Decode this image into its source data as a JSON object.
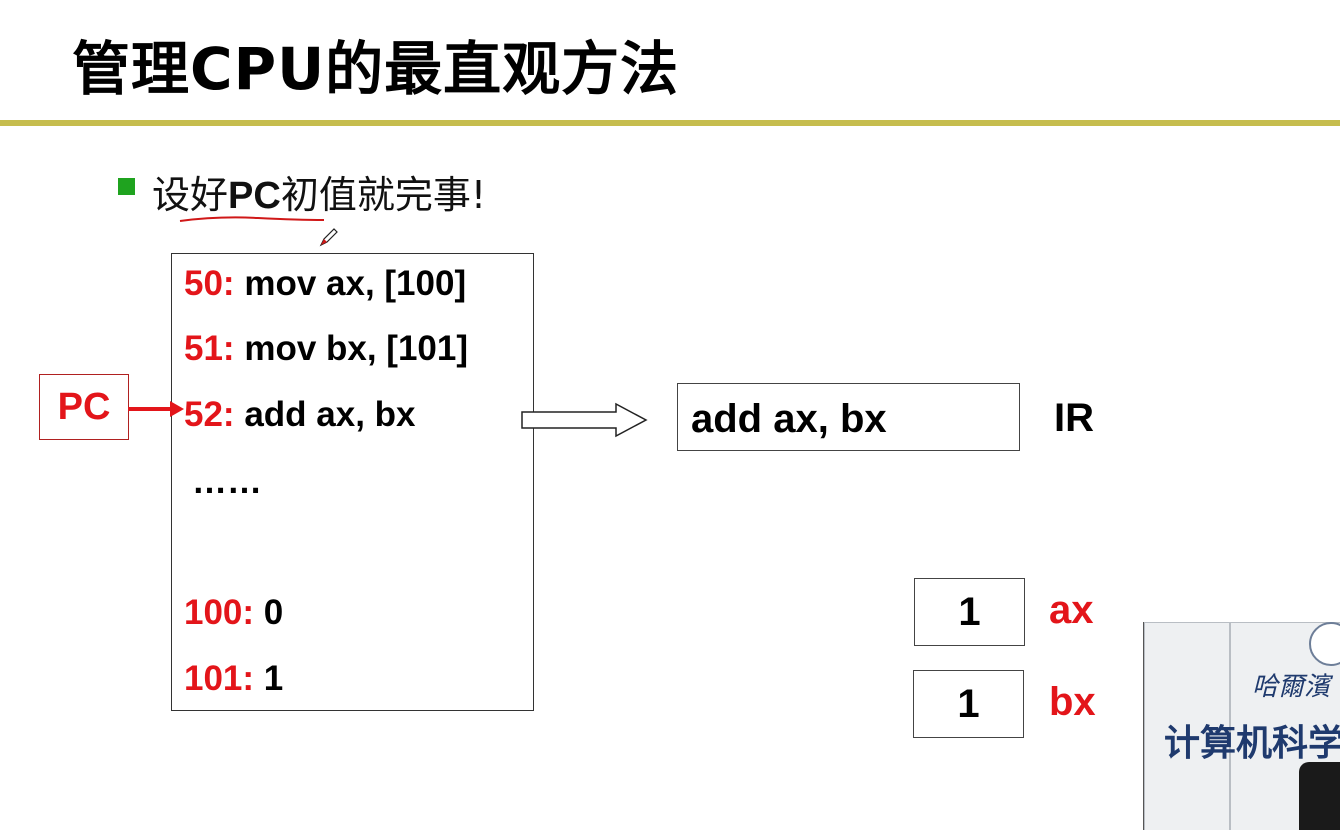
{
  "slide": {
    "title": "管理CPU的最直观方法",
    "bullet": {
      "prefix": "设好",
      "highlight": "PC",
      "suffix": "初值就完事!"
    }
  },
  "memory": {
    "lines": [
      {
        "addr": "50:",
        "code": " mov ax, [100]"
      },
      {
        "addr": "51:",
        "code": " mov bx, [101]"
      },
      {
        "addr": "52:",
        "code": " add ax, bx"
      },
      {
        "addr": "",
        "code": "……"
      },
      {
        "addr": "100:",
        "code": " 0"
      },
      {
        "addr": "101:",
        "code": " 1"
      }
    ]
  },
  "pc": {
    "label": "PC"
  },
  "ir": {
    "value": "add ax, bx",
    "label": "IR"
  },
  "registers": [
    {
      "value": "1",
      "label": "ax"
    },
    {
      "value": "1",
      "label": "bx"
    }
  ],
  "webcam": {
    "wall_calligraphy": "哈爾濱",
    "wall_dept": "计算机科学"
  },
  "colors": {
    "title_rule": "#c6bd4e",
    "bullet": "#1fa31f",
    "address_red": "#e3151a"
  },
  "icons": [
    "pen-cursor-icon",
    "right-arrow-icon",
    "hollow-arrow-icon"
  ]
}
